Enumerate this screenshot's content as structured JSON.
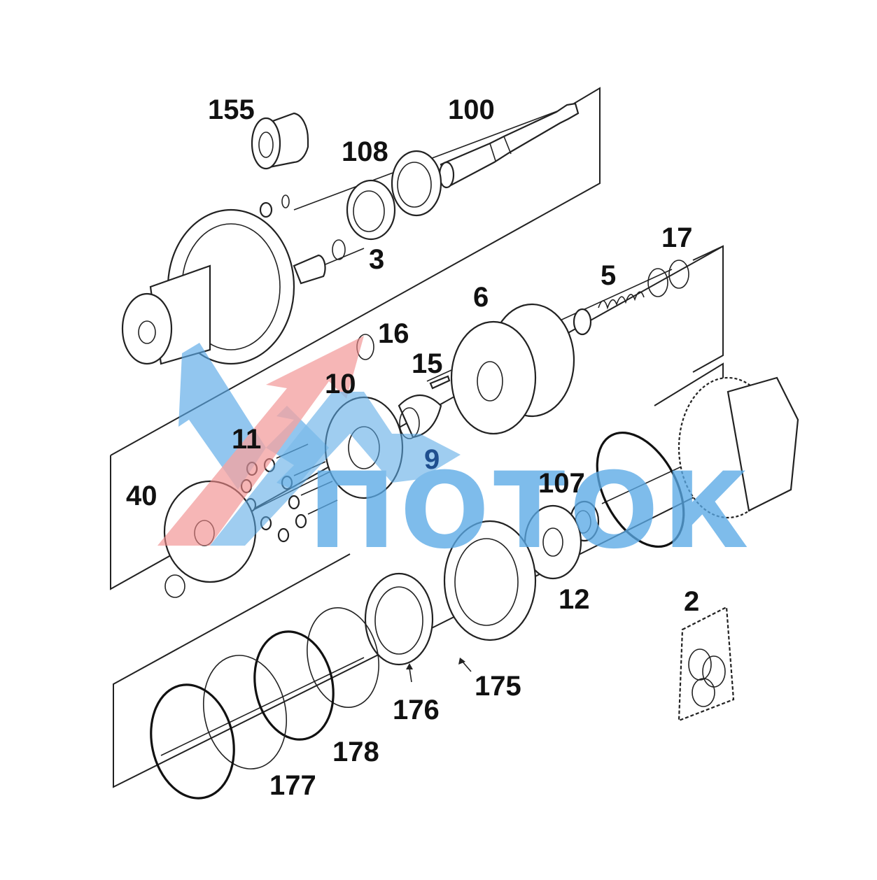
{
  "diagram": {
    "callouts": {
      "c155": "155",
      "c100": "100",
      "c108": "108",
      "c3": "3",
      "c17": "17",
      "c5": "5",
      "c6": "6",
      "c16": "16",
      "c15": "15",
      "c10": "10",
      "c11": "11",
      "c9": "9",
      "c40": "40",
      "c107": "107",
      "c12": "12",
      "c2": "2",
      "c175": "175",
      "c176": "176",
      "c178": "178",
      "c177": "177"
    },
    "colors": {
      "line": "#222222",
      "background": "#ffffff",
      "watermark_blue": "#5aa9e6",
      "watermark_red": "#f08a8a"
    },
    "watermark": {
      "text": "ПОТОК",
      "icon": "arrows-logo-icon"
    }
  }
}
